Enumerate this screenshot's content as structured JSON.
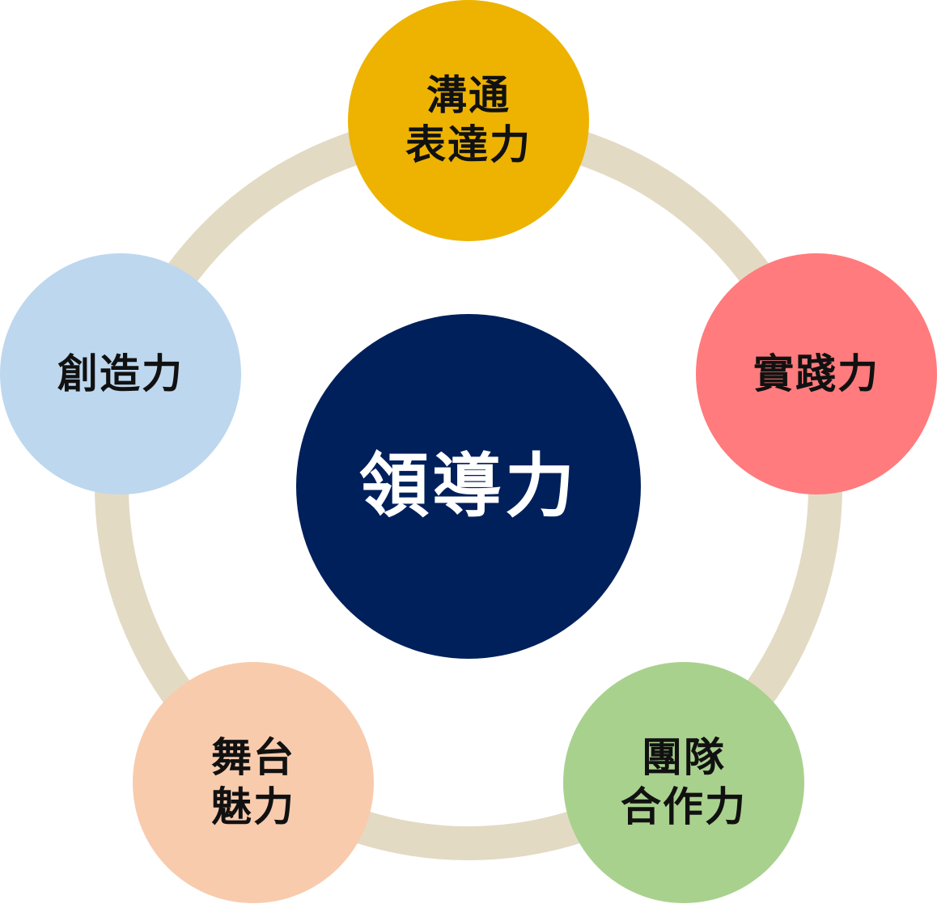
{
  "diagram": {
    "ring_color": "#E3DAC4",
    "center": {
      "label": "領導力",
      "color": "#00205B",
      "text_color": "#FFFFFF"
    },
    "nodes": [
      {
        "id": "communication",
        "label": "溝通\n表達力",
        "color": "#EDB300"
      },
      {
        "id": "execution",
        "label": "實踐力",
        "color": "#FF7B7D"
      },
      {
        "id": "teamwork",
        "label": "團隊\n合作力",
        "color": "#A9D18E"
      },
      {
        "id": "stage-charisma",
        "label": "舞台\n魅力",
        "color": "#F8CBAD"
      },
      {
        "id": "creativity",
        "label": "創造力",
        "color": "#BDD7EE"
      }
    ]
  }
}
